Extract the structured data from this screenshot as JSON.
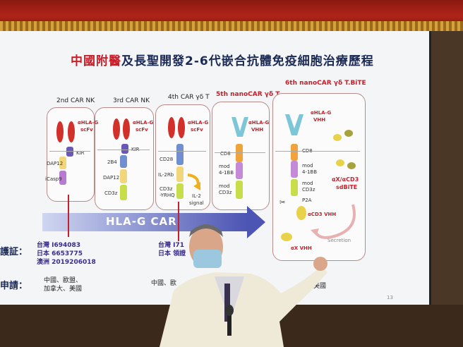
{
  "slide": {
    "title_part1": "中國附醫",
    "title_part2": "及長聖開發2-6代嵌合抗體免疫細胞治療歷程",
    "panels": [
      {
        "label": "2nd  CAR NK",
        "antigen": "αHLA-G",
        "scfv": "scFv",
        "parts": [
          "KIR",
          "DAP12",
          "iCasp9"
        ]
      },
      {
        "label": "3rd  CAR NK",
        "antigen": "αHLA-G",
        "scfv": "scFv",
        "parts": [
          "KIR",
          "2B4",
          "DAP12",
          "CD3z"
        ]
      },
      {
        "label": "4th  CAR γδ T",
        "antigen": "αHLA-G",
        "scfv": "scFv",
        "parts": [
          "CD28",
          "IL-2Rb",
          "CD3z",
          "-YRHQ",
          "IL-2",
          "signal"
        ]
      },
      {
        "label": "5th  nanoCAR γδ T",
        "antigen": "αHLA-G",
        "scfv": "VHH",
        "parts": [
          "CD8",
          "mod",
          "4-1BB",
          "mod",
          "CD3z"
        ]
      },
      {
        "label": "6th  nanoCAR γδ T.BiTE",
        "antigen": "αHLA-G",
        "scfv": "VHH",
        "parts": [
          "CD8",
          "mod",
          "4-1BB",
          "mod",
          "CD3z",
          "P2A",
          "αCD3 VHH",
          "αX VHH",
          "Secretion",
          "αX/αCD3",
          "sdBiTE"
        ]
      }
    ],
    "arrow_label": "HLA-G CAR",
    "cert_label": "護証：",
    "patents_left": [
      "台灣 I694083",
      "日本 6653775",
      "澳洲 2019206018"
    ],
    "patents_right": [
      "台灣 I71",
      "日本  領證"
    ],
    "apply_label": "申請：",
    "apply_left": [
      "中國、歐盟、",
      "加拿大、美國"
    ],
    "apply_mid": "中國、歐",
    "apply_right": "美國",
    "page_number": "13"
  },
  "colors": {
    "red": "#c8202a",
    "navy": "#1b2a55",
    "arrow": "#4c55b3"
  }
}
